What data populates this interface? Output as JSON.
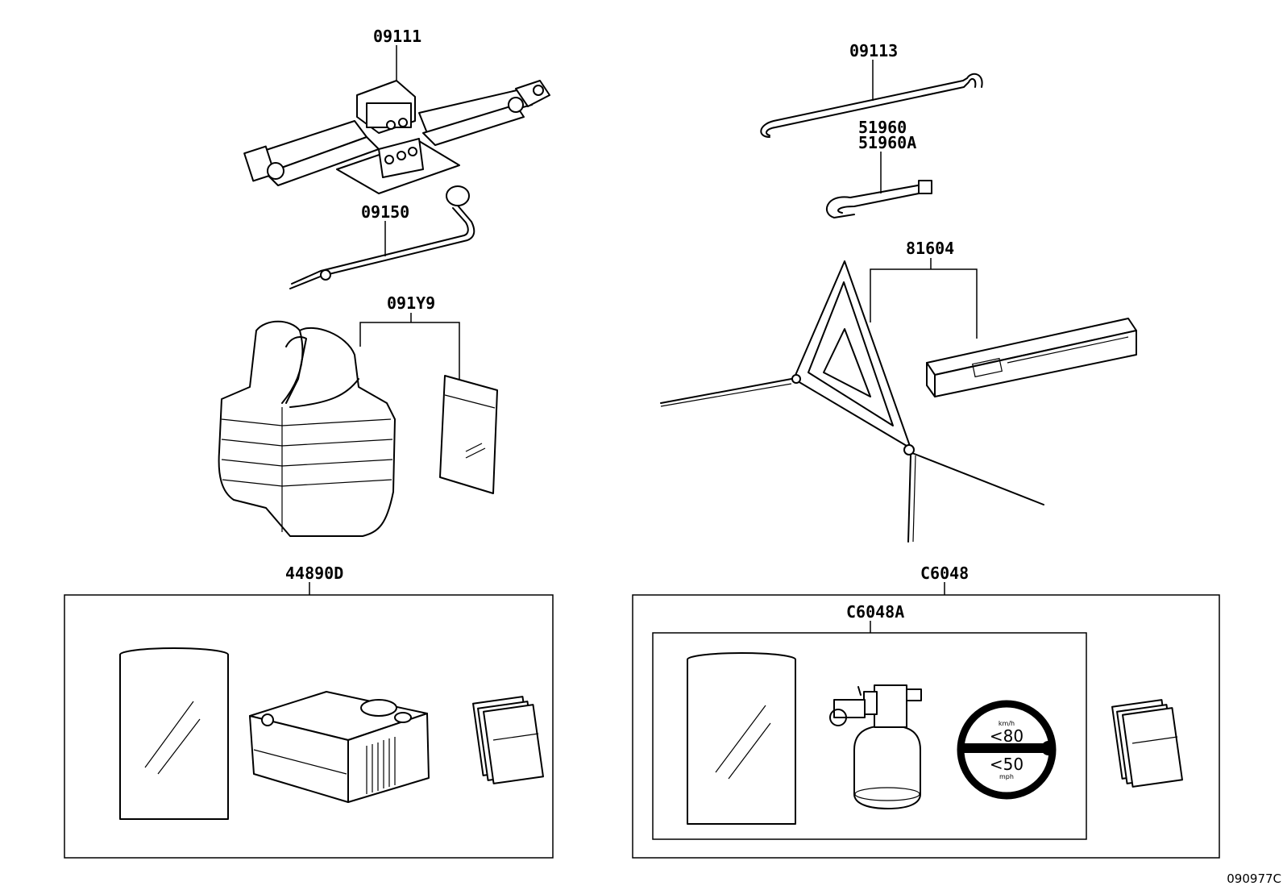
{
  "labels": {
    "jack": "09111",
    "jack_handle": "09113",
    "towing_eye_1": "51960",
    "towing_eye_2": "51960A",
    "wrench": "09150",
    "vest_set": "091Y9",
    "triangle": "81604",
    "repair_kit": "44890D",
    "repair_kit_2": "C6048",
    "repair_kit_2a": "C6048A"
  },
  "speed_sticker": {
    "unit_top": "km/h",
    "value_top": "<80",
    "value_bottom": "<50",
    "unit_bottom": "mph"
  },
  "reference_code": "090977C"
}
